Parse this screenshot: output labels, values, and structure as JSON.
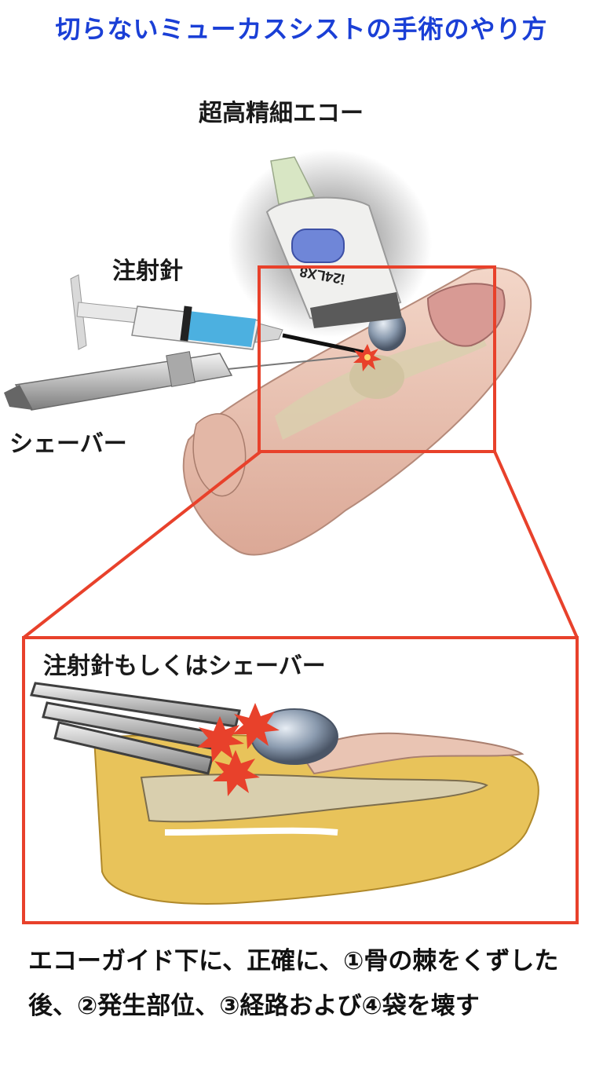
{
  "title": "切らないミューカスシストの手術のやり方",
  "labels": {
    "echo": "超高精細エコー",
    "needle": "注射針",
    "shaver": "シェーバー",
    "inset": "注射針もしくはシェーバー"
  },
  "probe_text": "i24LX8",
  "caption": "エコーガイド下に、正確に、①骨の棘をくずした後、②発生部位、③経路および④袋を壊す",
  "colors": {
    "title": "#1a3fd6",
    "frame": "#e8412b",
    "skin": "#e9c4b3",
    "fat": "#e8c35a",
    "bone": "#d9cfae"
  }
}
